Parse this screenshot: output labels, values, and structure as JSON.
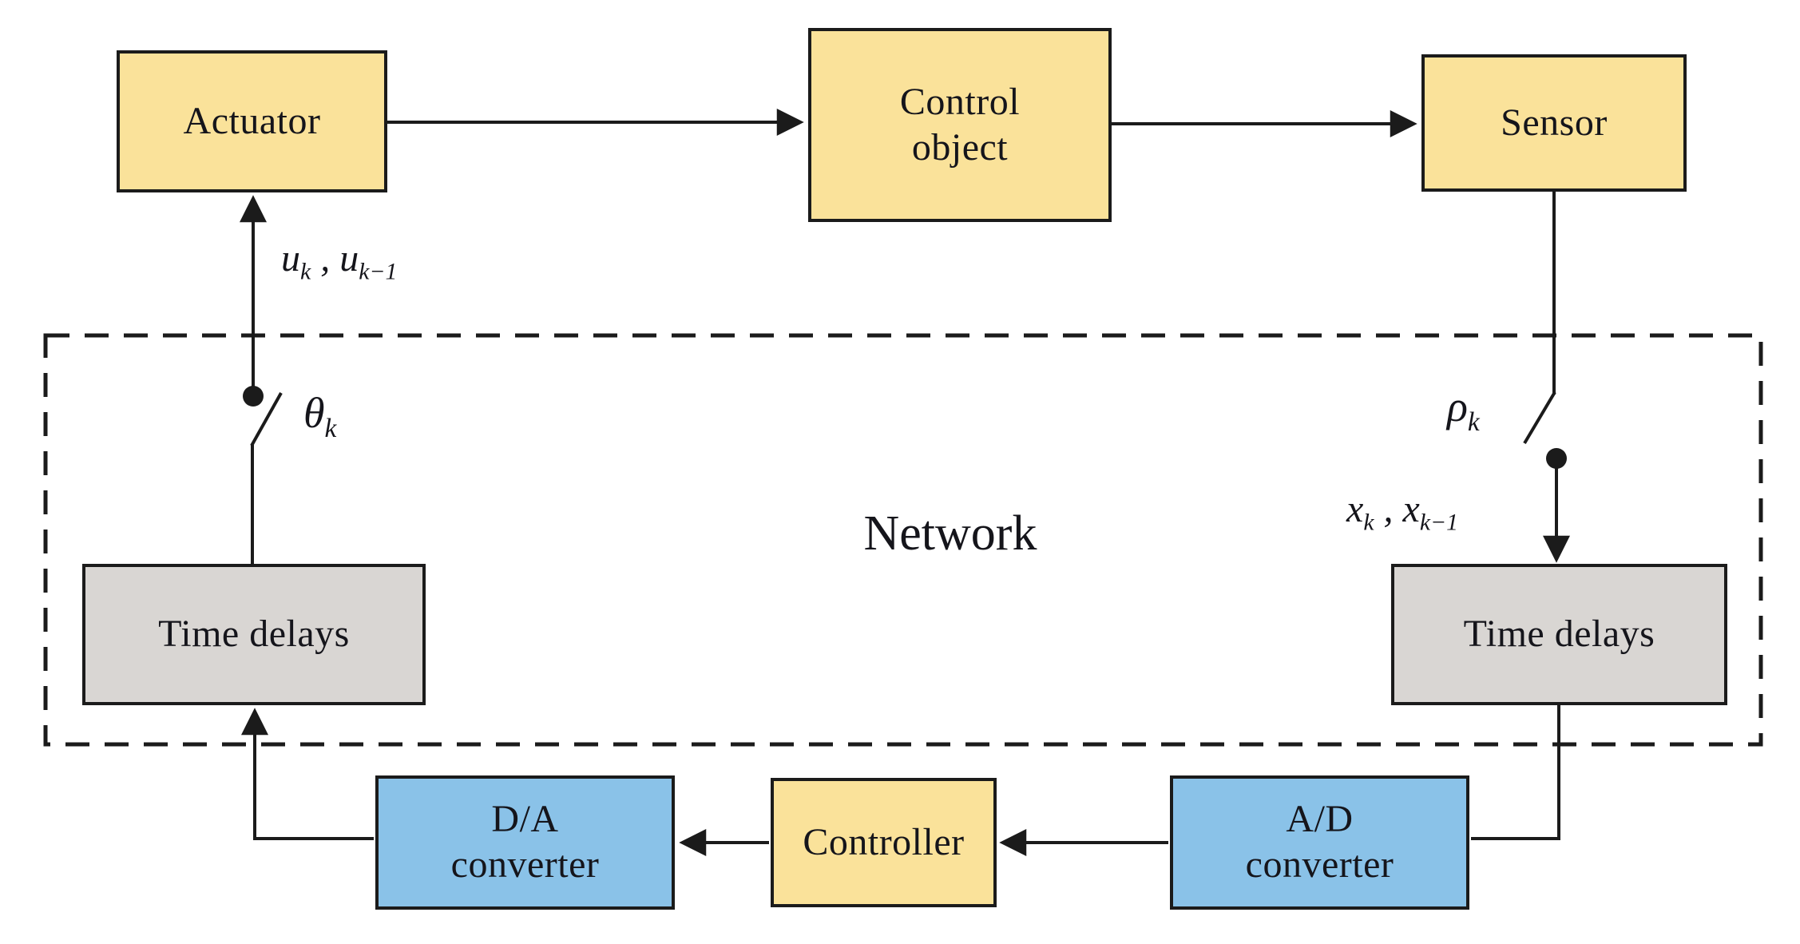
{
  "diagram": {
    "boxes": {
      "actuator": {
        "label": "Actuator"
      },
      "control_object": {
        "line1": "Control",
        "line2": "object"
      },
      "sensor": {
        "label": "Sensor"
      },
      "network": {
        "label": "Network"
      },
      "time_delays_left": {
        "label": "Time delays"
      },
      "time_delays_right": {
        "label": "Time delays"
      },
      "da_converter": {
        "line1": "D/A",
        "line2": "converter"
      },
      "controller": {
        "label": "Controller"
      },
      "ad_converter": {
        "line1": "A/D",
        "line2": "converter"
      }
    },
    "signals": {
      "u_signal": {
        "base1": "u",
        "sub1": "k",
        "sep": " , ",
        "base2": "u",
        "sub2": "k−1"
      },
      "theta_signal": {
        "base": "θ",
        "sub": "k"
      },
      "rho_signal": {
        "base": "ρ",
        "sub": "k"
      },
      "x_signal": {
        "base1": "x",
        "sub1": "k",
        "sep": " , ",
        "base2": "x",
        "sub2": "k−1"
      }
    },
    "colors": {
      "box_yellow": "#fae29a",
      "box_blue": "#8ac2e8",
      "box_gray": "#d9d6d3",
      "line_black": "#1b1b1b",
      "background": "#ffffff"
    }
  }
}
